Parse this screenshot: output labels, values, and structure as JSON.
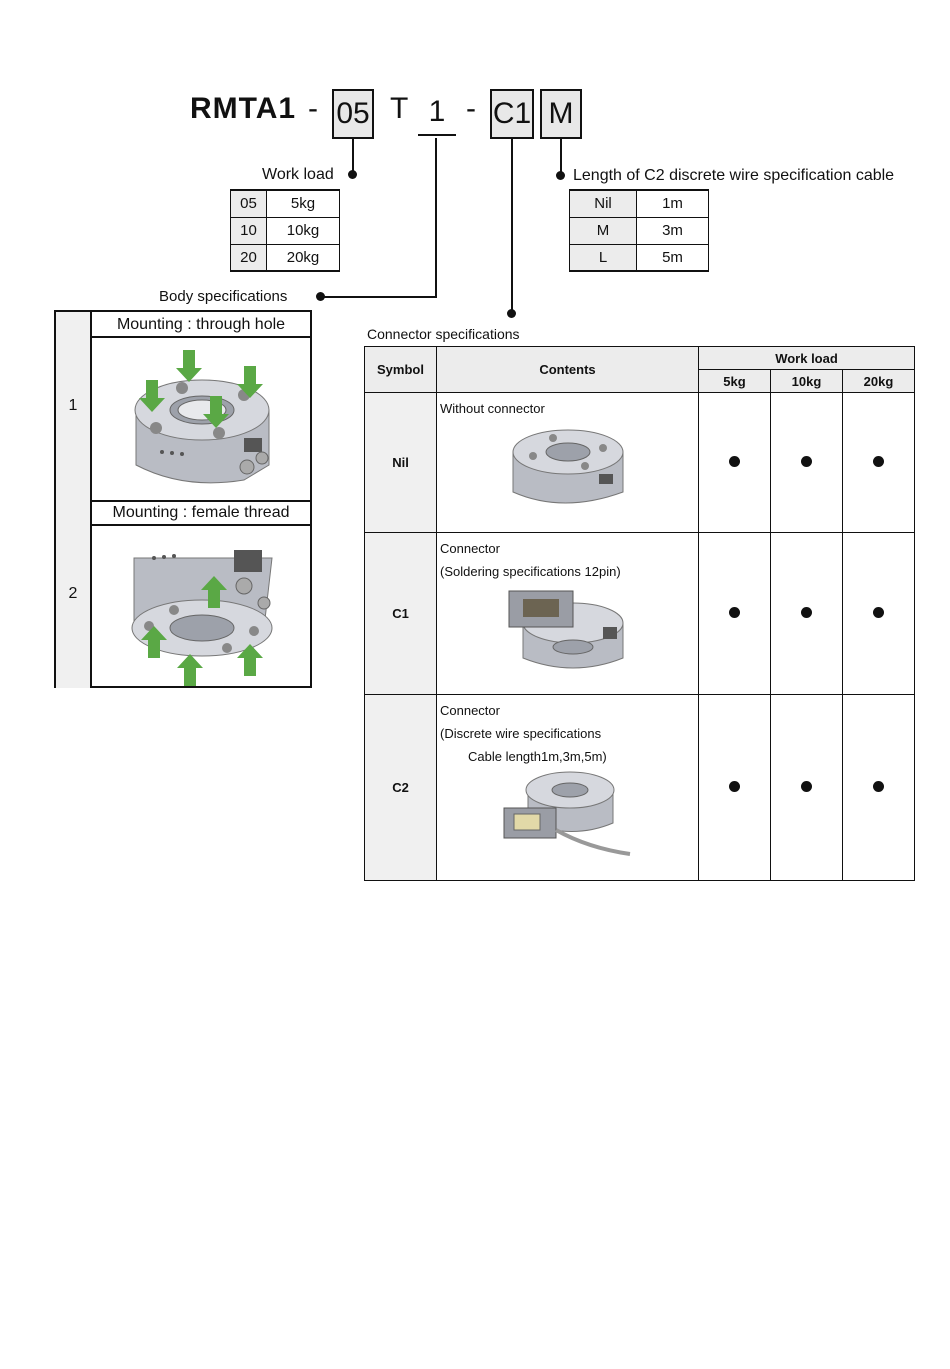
{
  "model_code": {
    "prefix": "RMTA1",
    "sep1": "-",
    "workload": "05",
    "letter": "T",
    "body": "1",
    "sep2": "-",
    "connector": "C1",
    "cable": "M"
  },
  "work_load": {
    "label": "Work load",
    "rows": [
      {
        "code": "05",
        "value": "5kg"
      },
      {
        "code": "10",
        "value": "10kg"
      },
      {
        "code": "20",
        "value": "20kg"
      }
    ]
  },
  "cable_length": {
    "label": "Length of C2 discrete wire specification cable",
    "rows": [
      {
        "code": "Nil",
        "value": "1m"
      },
      {
        "code": "M",
        "value": "3m"
      },
      {
        "code": "L",
        "value": "5m"
      }
    ]
  },
  "body_specs": {
    "label": "Body specifications",
    "rows": [
      {
        "num": "1",
        "title": "Mounting : through hole"
      },
      {
        "num": "2",
        "title": "Mounting : female thread"
      }
    ]
  },
  "connector_specs": {
    "label": "Connector specifications",
    "headers": {
      "symbol": "Symbol",
      "contents": "Contents",
      "work_load": "Work load",
      "loads": [
        "5kg",
        "10kg",
        "20kg"
      ]
    },
    "rows": [
      {
        "symbol": "Nil",
        "lines": [
          "Without connector"
        ]
      },
      {
        "symbol": "C1",
        "lines": [
          "Connector",
          "(Soldering specifications 12pin)"
        ]
      },
      {
        "symbol": "C2",
        "lines": [
          "Connector",
          "(Discrete wire specifications",
          "Cable length1m,3m,5m)"
        ]
      }
    ]
  },
  "colors": {
    "arrow": "#5aa845",
    "metal": "#c9ccd3",
    "box_fill": "#e8e8e8"
  }
}
